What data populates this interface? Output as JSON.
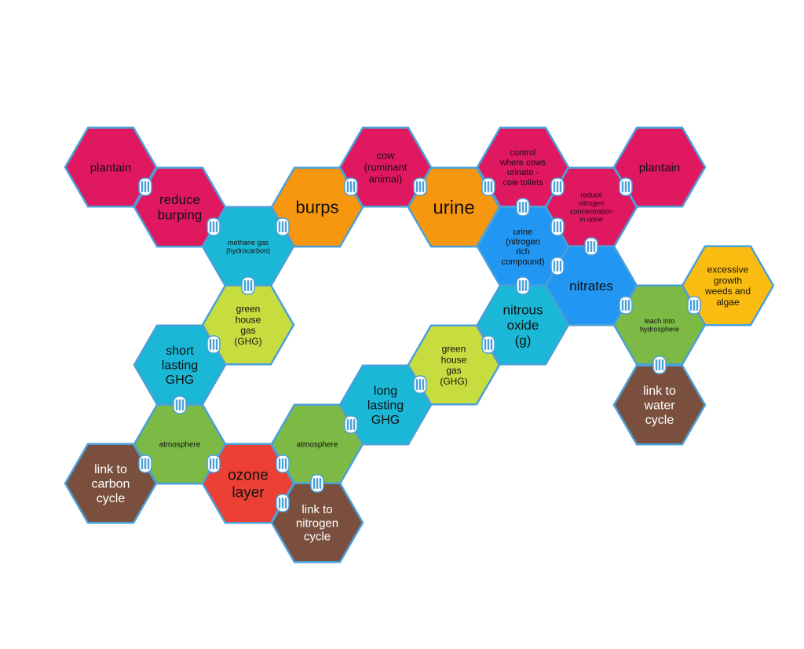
{
  "colors": {
    "magenta": "#e0185f",
    "orange": "#f7960f",
    "cyan": "#1ab8d6",
    "light_green": "#c7dc3f",
    "green": "#7cba45",
    "brown": "#7a4f3d",
    "red": "#ec4034",
    "blue": "#2196f3",
    "yellow": "#fbbc11",
    "border": "#4aa0d8"
  },
  "hexes": [
    {
      "id": "plantain-left",
      "label": "plantain",
      "color": "magenta"
    },
    {
      "id": "reduce-burping",
      "label": "reduce burping",
      "color": "magenta"
    },
    {
      "id": "methane-gas",
      "label": "methane gas (hydrocarbon)",
      "color": "cyan"
    },
    {
      "id": "burps",
      "label": "burps",
      "color": "orange"
    },
    {
      "id": "cow",
      "label": "cow (ruminant animal)",
      "color": "magenta"
    },
    {
      "id": "urine",
      "label": "urine",
      "color": "orange"
    },
    {
      "id": "control-cows",
      "label": "control where cows urinate - cow toilets",
      "color": "magenta"
    },
    {
      "id": "reduce-nitrogen",
      "label": "reduce nitrogen concentration in urine",
      "color": "magenta"
    },
    {
      "id": "plantain-right",
      "label": "plantain",
      "color": "magenta"
    },
    {
      "id": "urine-compound",
      "label": "urine (nitrogen rich compound)",
      "color": "blue"
    },
    {
      "id": "nitrates",
      "label": "nitrates",
      "color": "blue"
    },
    {
      "id": "excessive-growth",
      "label": "excessive growth weeds and algae",
      "color": "yellow"
    },
    {
      "id": "leach-hydrosphere",
      "label": "leach into hydrosphere",
      "color": "green"
    },
    {
      "id": "link-water-cycle",
      "label": "link to water cycle",
      "color": "brown"
    },
    {
      "id": "nitrous-oxide",
      "label": "nitrous oxide (g)",
      "color": "cyan"
    },
    {
      "id": "ghg-right",
      "label": "green house gas (GHG)",
      "color": "light_green"
    },
    {
      "id": "long-lasting-ghg",
      "label": "long lasting GHG",
      "color": "cyan"
    },
    {
      "id": "ghg-left",
      "label": "green house gas (GHG)",
      "color": "light_green"
    },
    {
      "id": "short-lasting-ghg",
      "label": "short lasting GHG",
      "color": "cyan"
    },
    {
      "id": "atmosphere-left",
      "label": "atmosphere",
      "color": "green"
    },
    {
      "id": "link-carbon-cycle",
      "label": "link to carbon cycle",
      "color": "brown"
    },
    {
      "id": "ozone-layer",
      "label": "ozone layer",
      "color": "red"
    },
    {
      "id": "atmosphere-right",
      "label": "atmosphere",
      "color": "green"
    },
    {
      "id": "link-nitrogen-cycle",
      "label": "link to nitrogen cycle",
      "color": "brown"
    }
  ],
  "connector_icon": "connector-clip-icon"
}
